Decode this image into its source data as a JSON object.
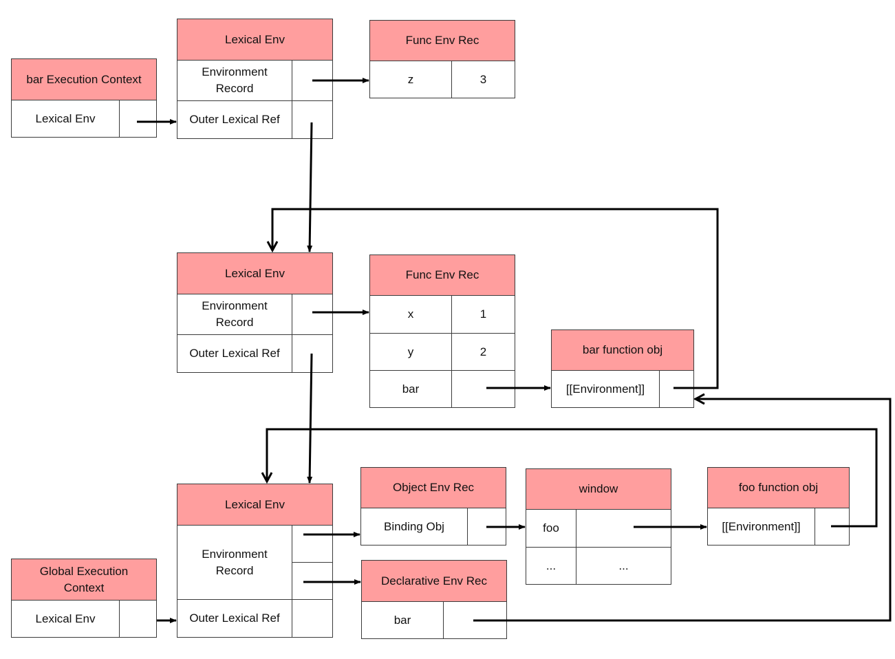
{
  "bar_ec": {
    "title": "bar Execution Context",
    "lexical_env": "Lexical Env"
  },
  "global_ec": {
    "title": "Global Execution Context",
    "lexical_env": "Lexical Env"
  },
  "lex_env_1": {
    "title": "Lexical Env",
    "env_record": "Environment Record",
    "outer": "Outer Lexical Ref"
  },
  "lex_env_2": {
    "title": "Lexical Env",
    "env_record": "Environment Record",
    "outer": "Outer Lexical Ref"
  },
  "lex_env_3": {
    "title": "Lexical Env",
    "env_record": "Environment Record",
    "outer": "Outer Lexical Ref"
  },
  "func_env_rec_1": {
    "title": "Func Env Rec",
    "rows": [
      {
        "name": "z",
        "value": "3"
      }
    ]
  },
  "func_env_rec_2": {
    "title": "Func Env Rec",
    "rows": [
      {
        "name": "x",
        "value": "1"
      },
      {
        "name": "y",
        "value": "2"
      },
      {
        "name": "bar",
        "value": ""
      }
    ]
  },
  "bar_function_obj": {
    "title": "bar function obj",
    "field": "[[Environment]]"
  },
  "object_env_rec": {
    "title": "Object Env Rec",
    "field": "Binding Obj"
  },
  "declarative_env_rec": {
    "title": "Declarative Env Rec",
    "field": "bar"
  },
  "window": {
    "title": "window",
    "rows": [
      {
        "name": "foo",
        "value": ""
      },
      {
        "name": "...",
        "value": "..."
      }
    ]
  },
  "foo_function_obj": {
    "title": "foo function obj",
    "field": "[[Environment]]"
  }
}
